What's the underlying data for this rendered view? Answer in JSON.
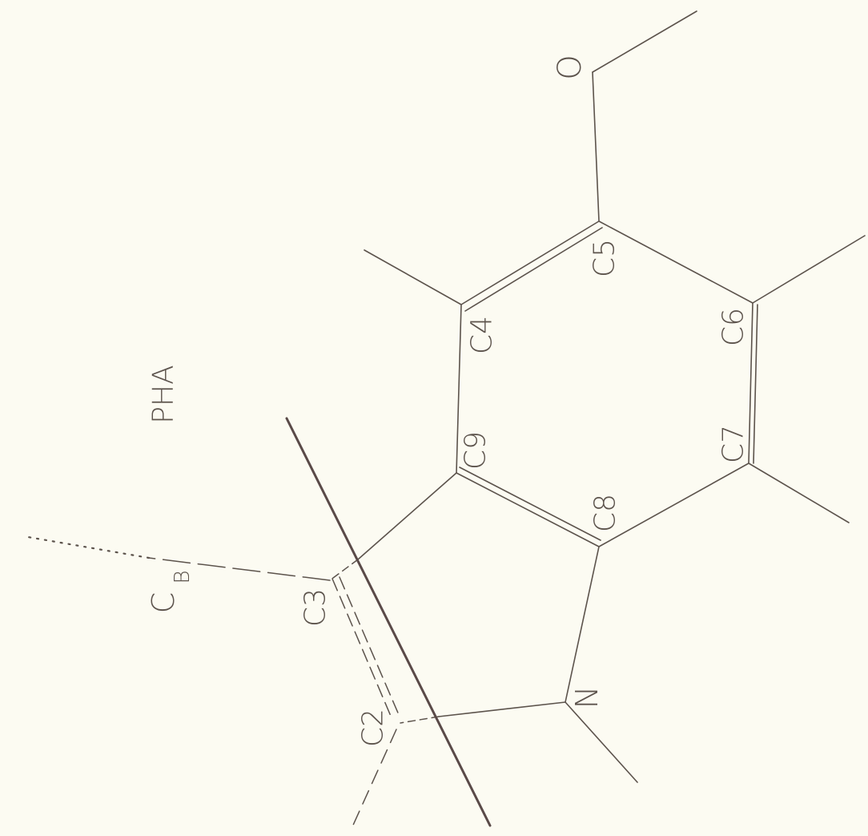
{
  "colors": {
    "background": "#fcfbf2",
    "ink": "#5c534c",
    "plane_line": "#5a4a48"
  },
  "labels": {
    "pha": "PHA",
    "o": "O",
    "c2": "C2",
    "c3": "C3",
    "c4": "C4",
    "c5": "C5",
    "c6": "C6",
    "c7": "C7",
    "c8": "C8",
    "c9": "C9",
    "n": "N",
    "cb_main": "C",
    "cb_sub": "B"
  }
}
